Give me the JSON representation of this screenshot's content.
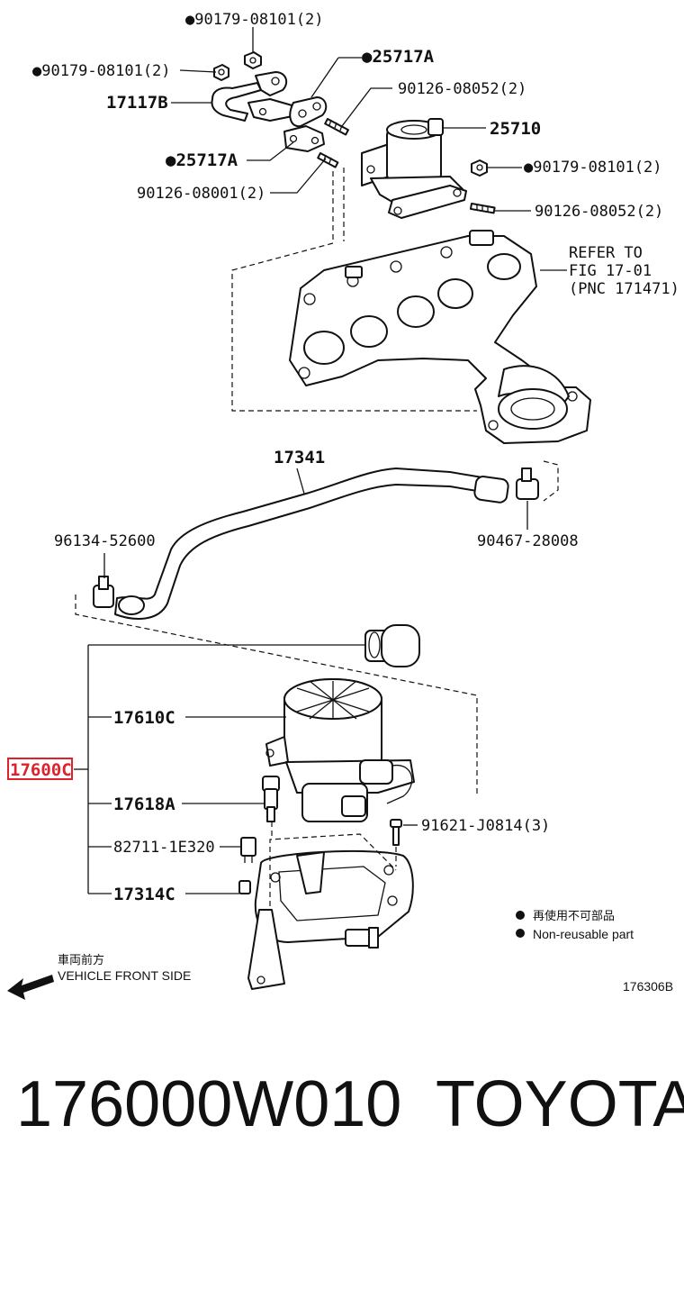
{
  "callouts": {
    "nut_top": "●90179-08101(2)",
    "nut_left": "●90179-08101(2)",
    "gasket_top": "●25717A",
    "pipe": "17117B",
    "stud_top": "90126-08052(2)",
    "valve": "25710",
    "gasket_mid": "●25717A",
    "nut_right": "●90179-08101(2)",
    "stud_left": "90126-08001(2)",
    "stud_right": "90126-08052(2)",
    "hose": "17341",
    "clamp_left": "96134-52600",
    "clamp_right": "90467-28008",
    "pump_assy": "17600C",
    "pump": "17610C",
    "sensor": "17618A",
    "connector": "82711-1E320",
    "bolt": "91621-J0814(3)",
    "bracket": "17314C"
  },
  "refer": {
    "line1": "REFER TO",
    "line2": "FIG 17-01",
    "line3": "(PNC 171471)"
  },
  "legend": {
    "cjk": "再使用不可部品",
    "en": "Non-reusable part"
  },
  "direction": {
    "cjk": "車両前方",
    "en": "VEHICLE FRONT SIDE"
  },
  "figure_id": "176306B",
  "caption": {
    "part_number": "176000W010",
    "brand": "TOYOTA"
  },
  "colors": {
    "highlight": "#e0202a",
    "line": "#111111"
  }
}
